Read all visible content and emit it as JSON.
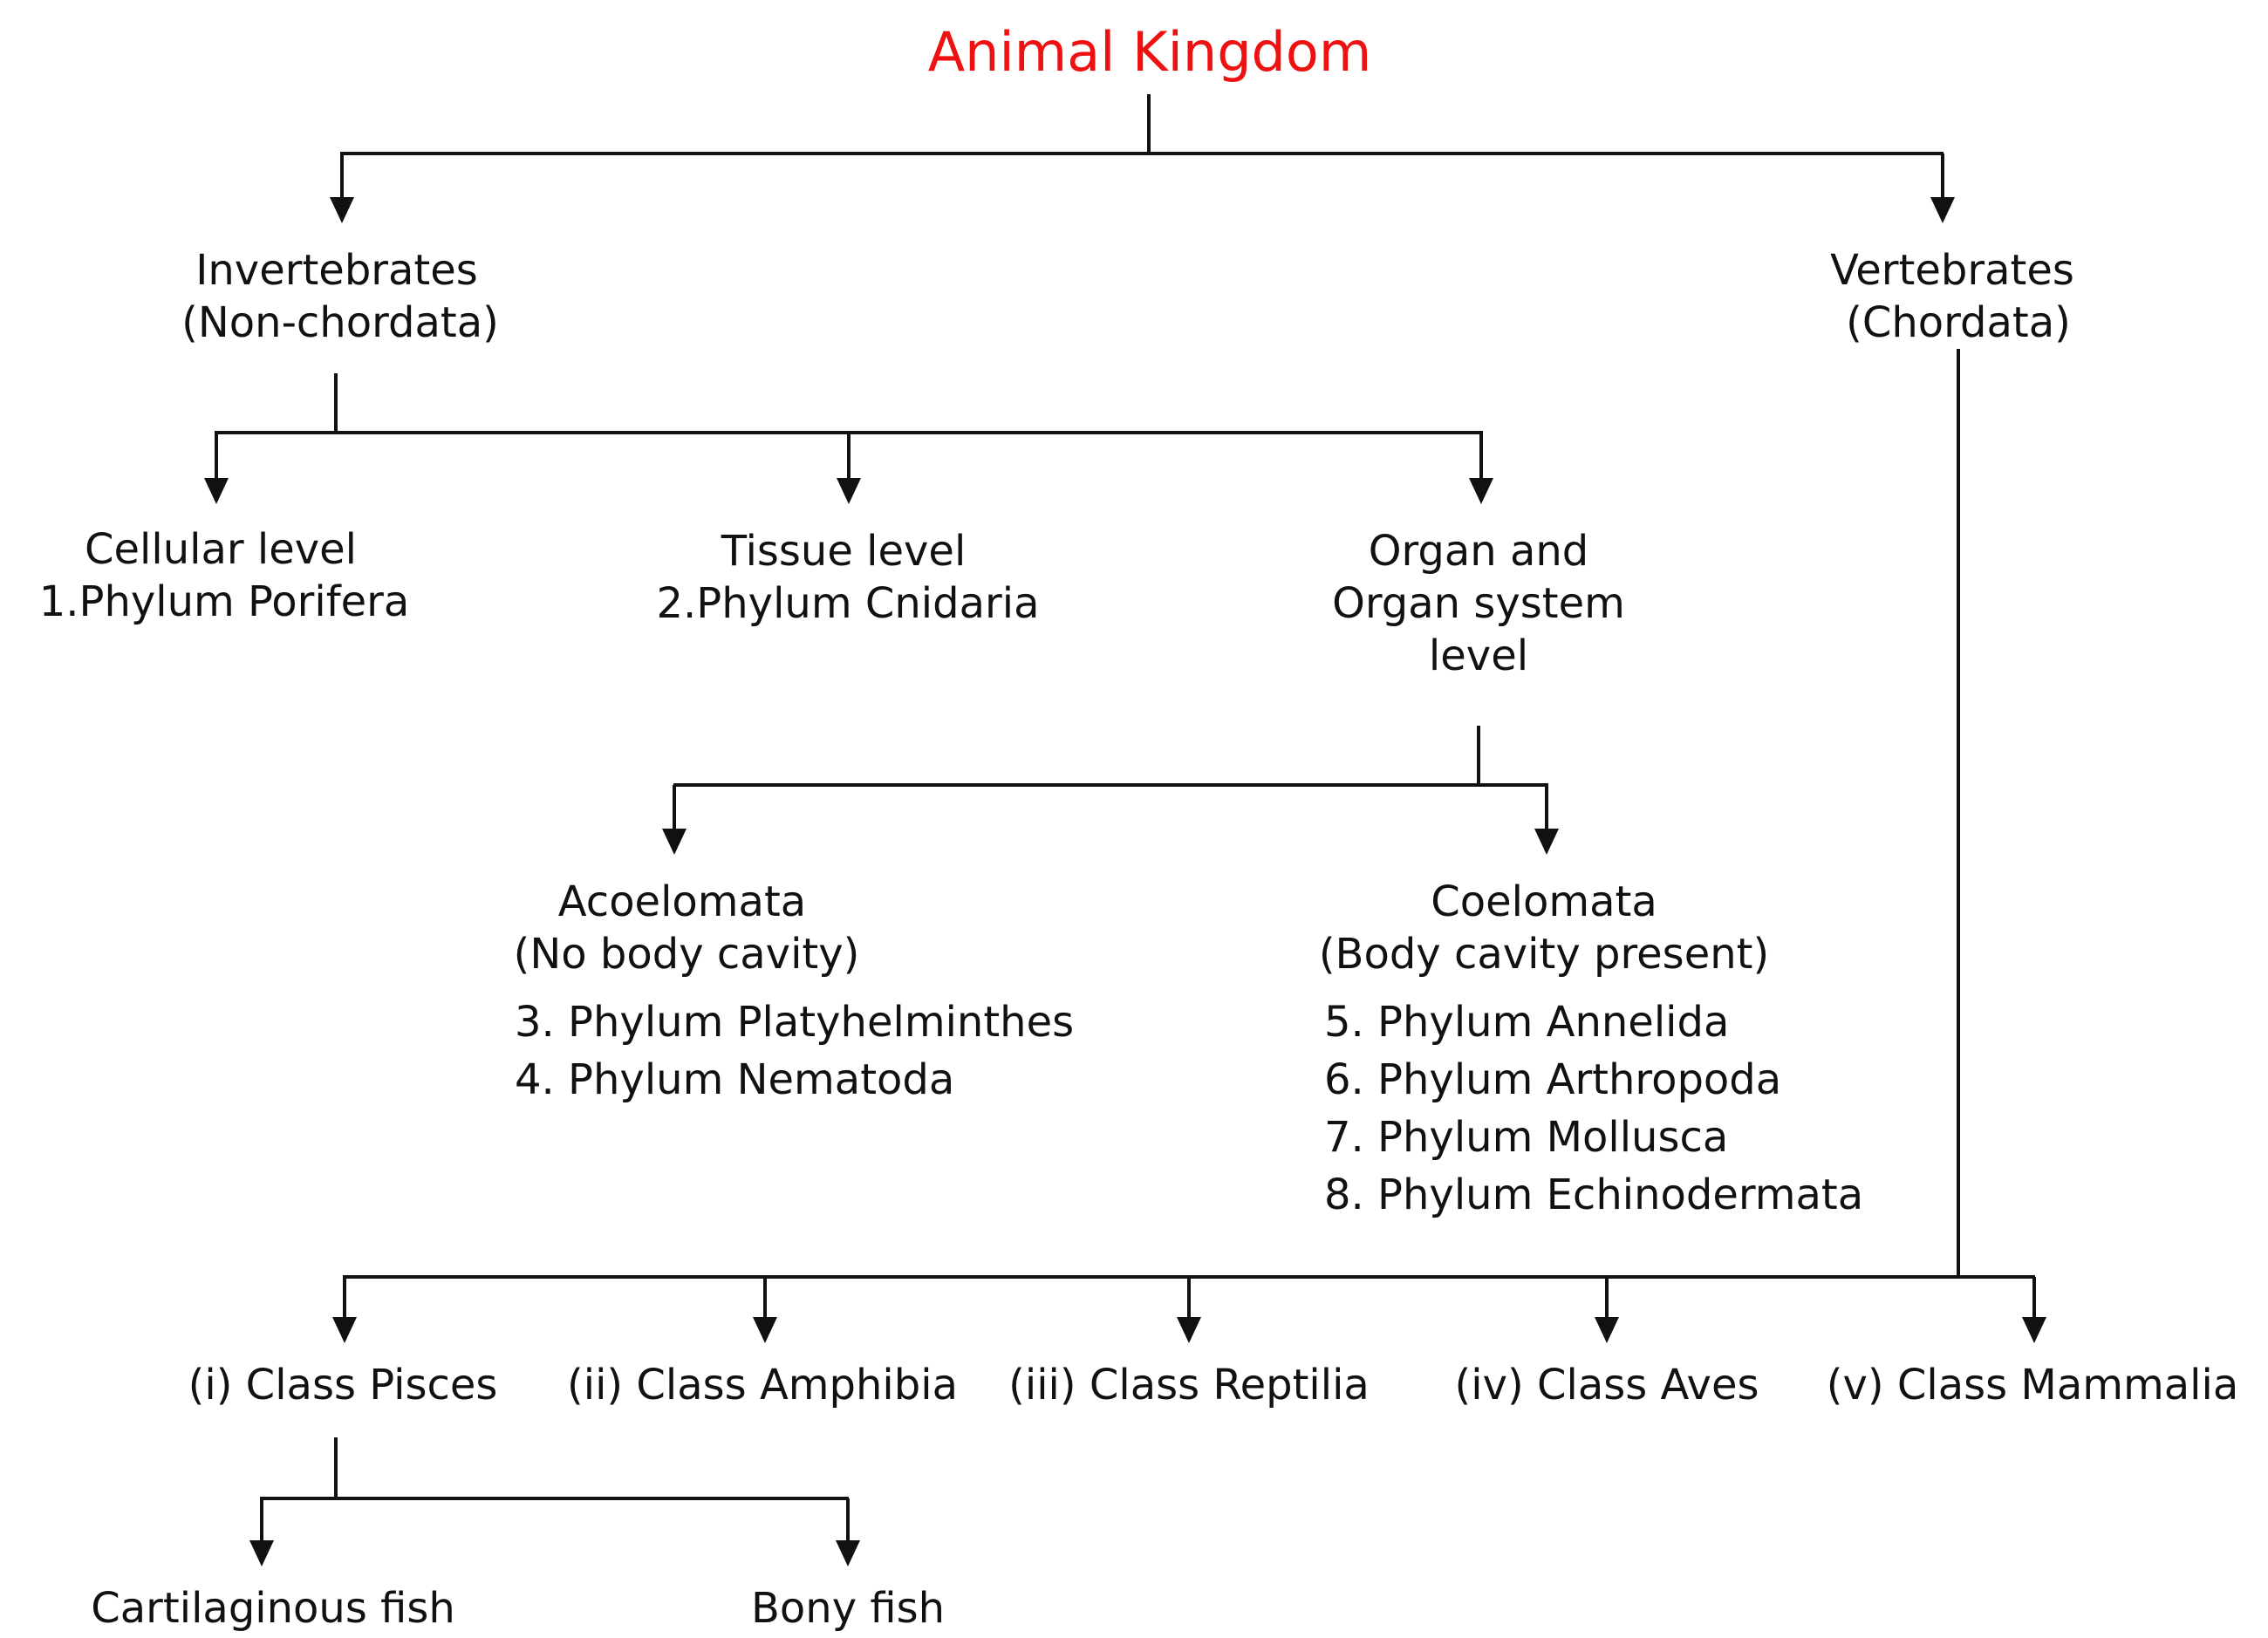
{
  "colors": {
    "title": "#ee1111",
    "text": "#111111",
    "lines": "#111111"
  },
  "title": "Animal Kingdom",
  "invertebrates": {
    "line1": "Invertebrates",
    "line2": "(Non-chordata)"
  },
  "vertebrates": {
    "line1": "Vertebrates",
    "line2": "(Chordata)"
  },
  "cellular": {
    "line1": "Cellular level",
    "line2": "1.Phylum Porifera"
  },
  "tissue": {
    "line1": "Tissue level",
    "line2": "2.Phylum Cnidaria"
  },
  "organ": {
    "line1": "Organ and",
    "line2": "Organ system",
    "line3": "level"
  },
  "acoelomata": {
    "line1": "Acoelomata",
    "line2": "(No body cavity)",
    "phyla": [
      "3. Phylum Platyhelminthes",
      "4. Phylum Nematoda"
    ]
  },
  "coelomata": {
    "line1": "Coelomata",
    "line2": "(Body cavity present)",
    "phyla": [
      "5. Phylum Annelida",
      "6. Phylum Arthropoda",
      "7. Phylum Mollusca",
      "8. Phylum Echinodermata"
    ]
  },
  "classes": [
    "(i) Class Pisces",
    "(ii) Class Amphibia",
    "(iii) Class Reptilia",
    "(iv) Class Aves",
    "(v) Class Mammalia"
  ],
  "fish": [
    "Cartilaginous fish",
    "Bony fish"
  ]
}
